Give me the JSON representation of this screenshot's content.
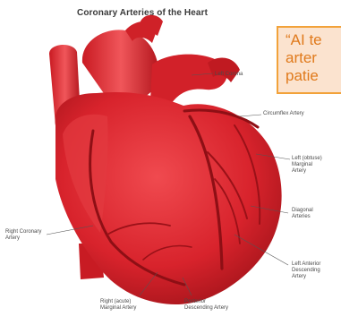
{
  "diagram": {
    "title": "Coronary Arteries of the Heart",
    "labels": {
      "left_coronary": "Left Corona",
      "circumflex": "Circumflex Artery",
      "left_obtuse_1": "Left (obtuse)",
      "left_obtuse_2": "Marginal",
      "left_obtuse_3": "Artery",
      "diagonal_1": "Diagonal",
      "diagonal_2": "Arteries",
      "lad_1": "Left Anterior",
      "lad_2": "Descending",
      "lad_3": "Artery",
      "right_coronary_1": "Right Coronary",
      "right_coronary_2": "Artery",
      "right_marginal_1": "Right (acute)",
      "right_marginal_2": "Marginal Artery",
      "posterior_1": "Posterior",
      "posterior_2": "Descending Artery"
    }
  },
  "callout": {
    "line1": "“AI te",
    "line2": "arter",
    "line3": "patie"
  },
  "colors": {
    "heart": "#d8232c",
    "heart_dark": "#a8141c",
    "callout_bg": "#fbe3cf",
    "callout_border": "#f2a23a",
    "callout_text": "#e07a1c"
  }
}
